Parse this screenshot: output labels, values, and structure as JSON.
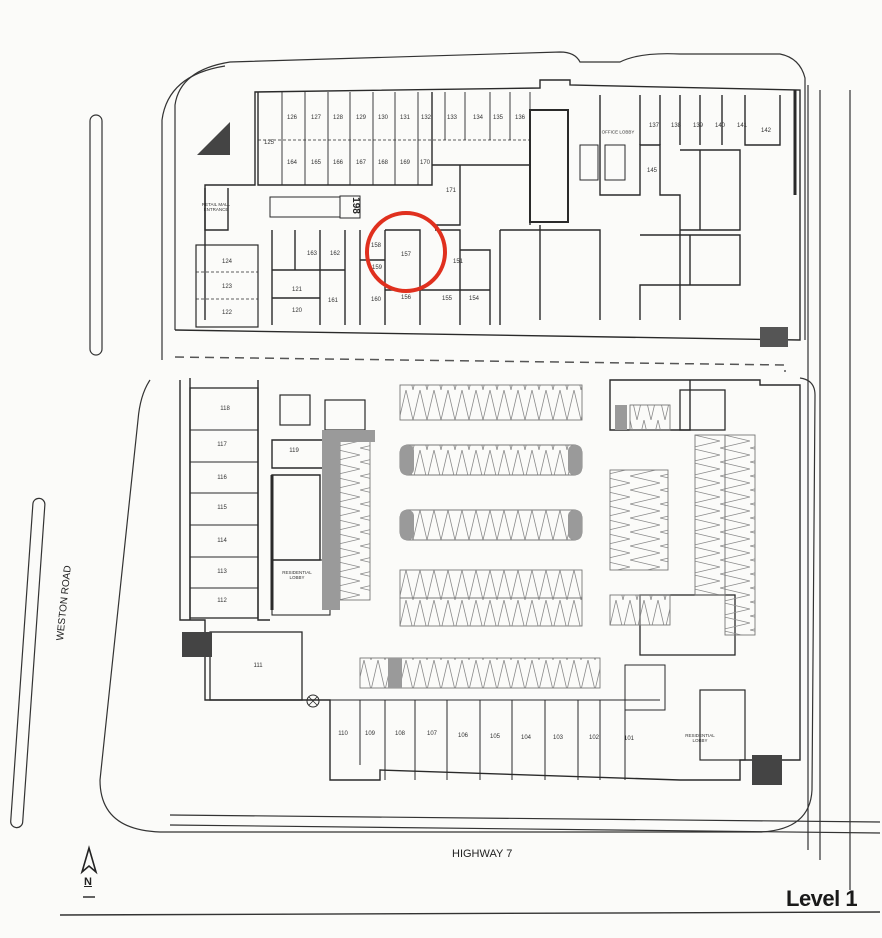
{
  "title": "Level 1",
  "roads": {
    "south": "HIGHWAY 7",
    "west": "WESTON ROAD"
  },
  "north_arrow": {
    "label": "N",
    "icon": "north-arrow-icon"
  },
  "highlight": {
    "unit": "157",
    "color": "#e0301e",
    "shape": "circle"
  },
  "colors": {
    "paper": "#fbfbf9",
    "line": "#2a2a2a",
    "parking_line": "#8a8a8a",
    "shaded": "#9a9a9a",
    "highlight": "#e0301e"
  },
  "areas": {
    "retail_mall_entrance": "RETAIL MALL ENTRANCE",
    "office_lobby": "OFFICE LOBBY",
    "residential_lobby_west": "RESIDENTIAL LOBBY",
    "residential_lobby_east": "RESIDENTIAL LOBBY"
  },
  "units": {
    "north_row_top": [
      "126",
      "127",
      "128",
      "129",
      "130",
      "131",
      "132",
      "133",
      "134",
      "135",
      "136"
    ],
    "north_row_bottom": [
      "164",
      "165",
      "166",
      "167",
      "168",
      "169",
      "170"
    ],
    "u125": "125",
    "u171": "171",
    "u198": "198",
    "office_row": [
      "137",
      "138",
      "139",
      "140",
      "141",
      "142"
    ],
    "u145": "145",
    "west_north": [
      "124",
      "123",
      "122"
    ],
    "centre_north": [
      "163",
      "162",
      "121",
      "120",
      "161",
      "158",
      "159",
      "157",
      "160",
      "156",
      "151",
      "155",
      "154"
    ],
    "west_south": [
      "118",
      "117",
      "116",
      "115",
      "114",
      "113",
      "112"
    ],
    "u119": "119",
    "u111": "111",
    "south_row": [
      "110",
      "109",
      "108",
      "107",
      "106",
      "105",
      "104",
      "103",
      "102",
      "101"
    ]
  }
}
